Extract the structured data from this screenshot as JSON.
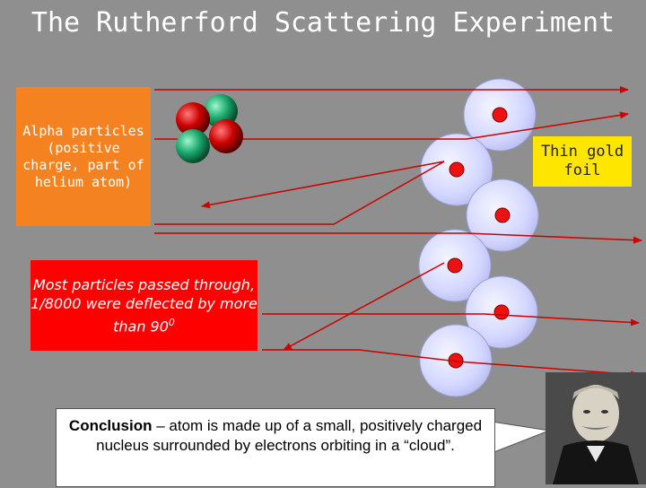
{
  "title": "The Rutherford Scattering Experiment",
  "alpha_label": "Alpha particles (positive charge, part of helium atom)",
  "gold_label": "Thin gold foil",
  "deflection_text": "Most particles passed through, 1/8000 were deflected by more than 90",
  "deflection_superscript": "0",
  "conclusion_lead": "Conclusion",
  "conclusion_text": " – atom is made up of a small, positively charged nucleus surrounded by electrons orbiting in a “cloud”.",
  "colors": {
    "background": "#8f8f8f",
    "alpha_box": "#f58220",
    "gold_box": "#ffe600",
    "deflection_box": "#ff0000",
    "proton": "#cc0000",
    "neutron": "#1aa86b",
    "atom": "#d8dcff",
    "nucleus": "#ee1111"
  },
  "icons": [
    "alpha-particle-icon",
    "gold-atom-icon",
    "scientist-portrait"
  ]
}
